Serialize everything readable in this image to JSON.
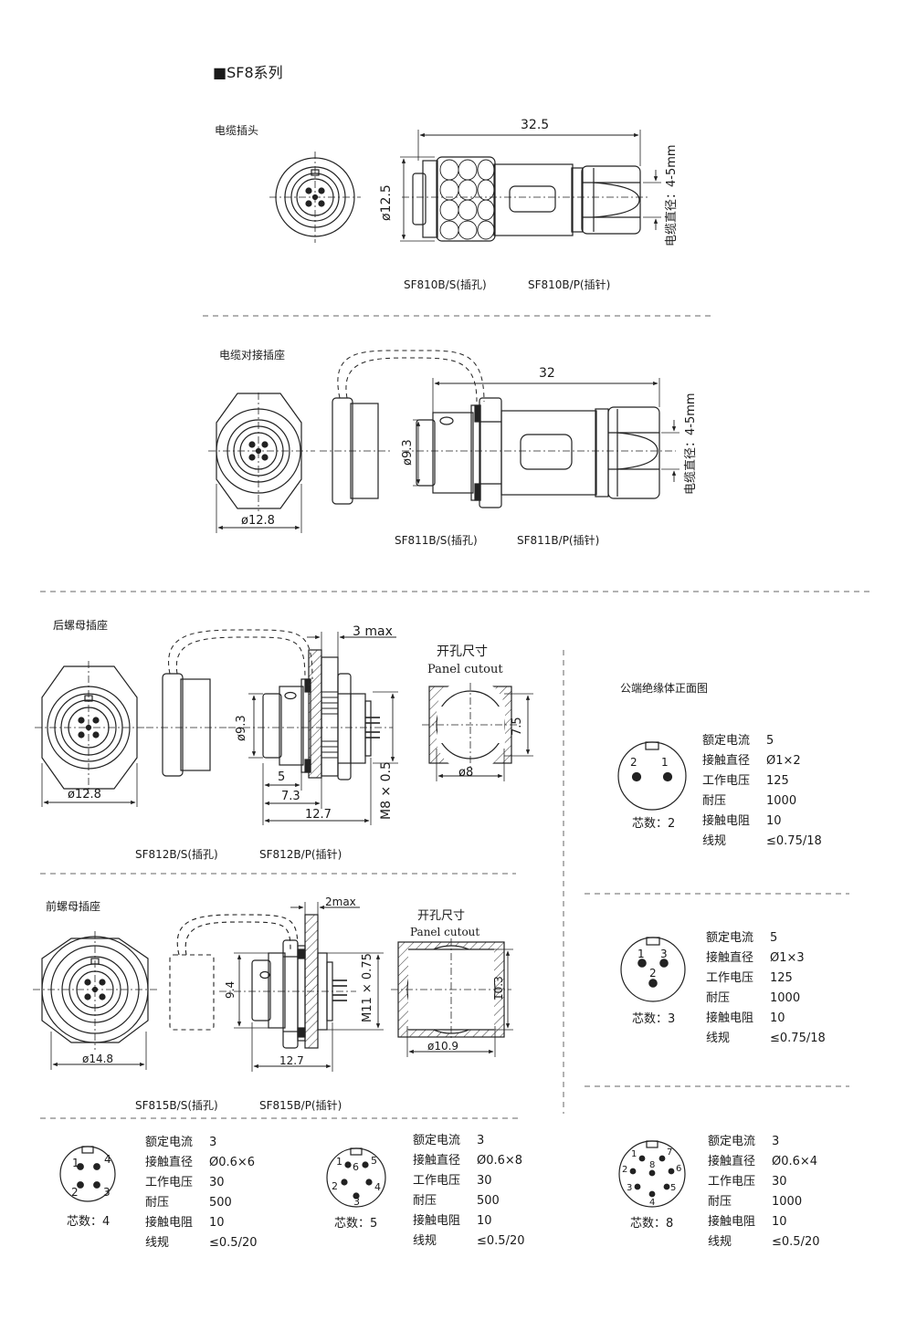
{
  "series_title": "■SF8系列",
  "sections": {
    "cable_plug": "电缆插头",
    "cable_inline": "电缆对接插座",
    "rear_nut": "后螺母插座",
    "front_nut": "前螺母插座",
    "male_face": "公端绝缘体正面图"
  },
  "models": {
    "sf810s": "SF810B/S(插孔)",
    "sf810p": "SF810B/P(插针)",
    "sf811s": "SF811B/S(插孔)",
    "sf811p": "SF811B/P(插针)",
    "sf812s": "SF812B/S(插孔)",
    "sf812p": "SF812B/P(插针)",
    "sf815s": "SF815B/S(插孔)",
    "sf815p": "SF815B/P(插针)"
  },
  "dims": {
    "d810_len": "32.5",
    "d810_dia": "ø12.5",
    "cable_dia": "电缆直径：4-5mm",
    "d811_len": "32",
    "d811_dia": "ø9.3",
    "d811_hex": "ø12.8",
    "d812_max": "3 max",
    "d812_dia": "ø9.3",
    "d812_hex": "ø12.8",
    "d812_5": "5",
    "d812_73": "7.3",
    "d812_127": "12.7",
    "d812_thread": "M8 × 0.5",
    "d812_cut_w": "ø8",
    "d812_cut_h": "7.5",
    "d815_max": "2max",
    "d815_94": "9.4",
    "d815_thread": "M11 × 0.75",
    "d815_127": "12.7",
    "d815_hex": "ø14.8",
    "d815_cut_w": "ø10.9",
    "d815_cut_h": "10.3"
  },
  "cutout": {
    "cn": "开孔尺寸",
    "en": "Panel cutout"
  },
  "spec_labels": [
    "额定电流",
    "接触直径",
    "工作电压",
    "耐压",
    "接触电阻",
    "线规"
  ],
  "contacts": [
    {
      "count_label": "芯数：2",
      "values": [
        "5",
        "Ø1×2",
        "125",
        "1000",
        "10",
        "≤0.75/18"
      ],
      "pins": [
        "1",
        "2"
      ]
    },
    {
      "count_label": "芯数：3",
      "values": [
        "5",
        "Ø1×3",
        "125",
        "1000",
        "10",
        "≤0.75/18"
      ],
      "pins": [
        "1",
        "2",
        "3"
      ]
    },
    {
      "count_label": "芯数：4",
      "values": [
        "3",
        "Ø0.6×6",
        "30",
        "500",
        "10",
        "≤0.5/20"
      ],
      "pins": [
        "1",
        "2",
        "3",
        "4"
      ]
    },
    {
      "count_label": "芯数：5",
      "values": [
        "3",
        "Ø0.6×8",
        "30",
        "500",
        "10",
        "≤0.5/20"
      ],
      "pins": [
        "1",
        "2",
        "3",
        "4",
        "5",
        "6"
      ]
    },
    {
      "count_label": "芯数：8",
      "values": [
        "3",
        "Ø0.6×4",
        "30",
        "1000",
        "10",
        "≤0.5/20"
      ],
      "pins": [
        "1",
        "2",
        "3",
        "4",
        "5",
        "6",
        "7",
        "8"
      ]
    }
  ]
}
